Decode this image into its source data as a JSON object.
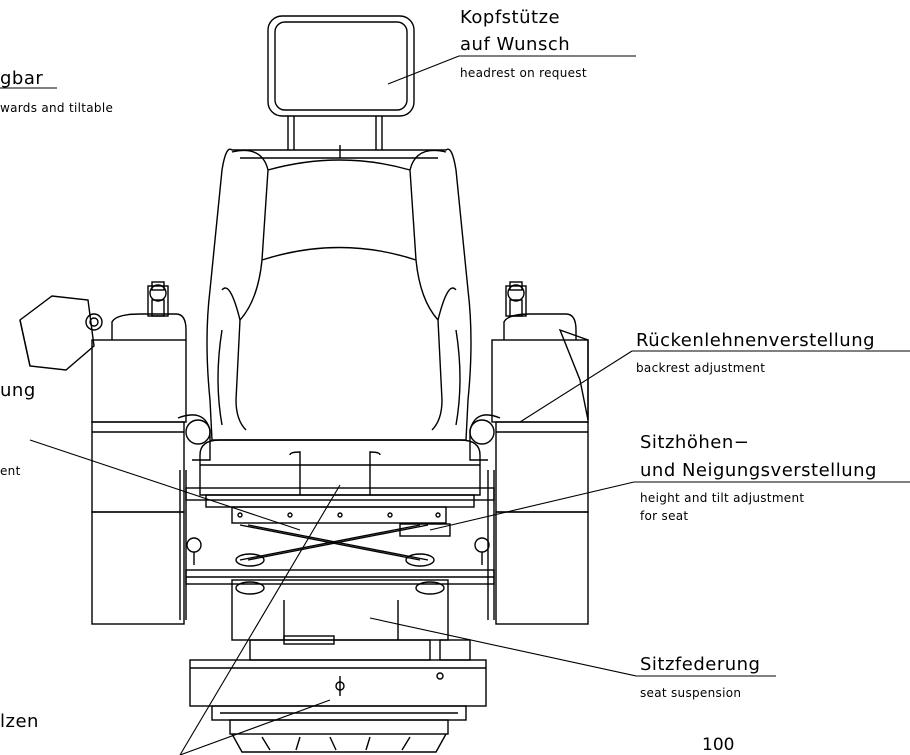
{
  "labels": {
    "headrest": {
      "de_line1": "Kopfstütze",
      "de_line2": "auf Wunsch",
      "en": "headrest on request"
    },
    "armrest_partial": {
      "de": "gbar",
      "en": "wards and tiltable"
    },
    "backrest": {
      "de": "Rückenlehnenverstellung",
      "en": "backrest adjustment"
    },
    "height_tilt": {
      "de_line1": "Sitzhöhen−",
      "de_line2": "und Neigungsverstellung",
      "en_line1": "height and tilt adjustment",
      "en_line2": "for seat"
    },
    "partial_left_1": {
      "de": "ung"
    },
    "partial_left_2": {
      "en": "ent"
    },
    "suspension": {
      "de": "Sitzfederung",
      "en": "seat suspension"
    },
    "partial_bottom_left": {
      "de": "lzen"
    }
  },
  "page_number": "100"
}
